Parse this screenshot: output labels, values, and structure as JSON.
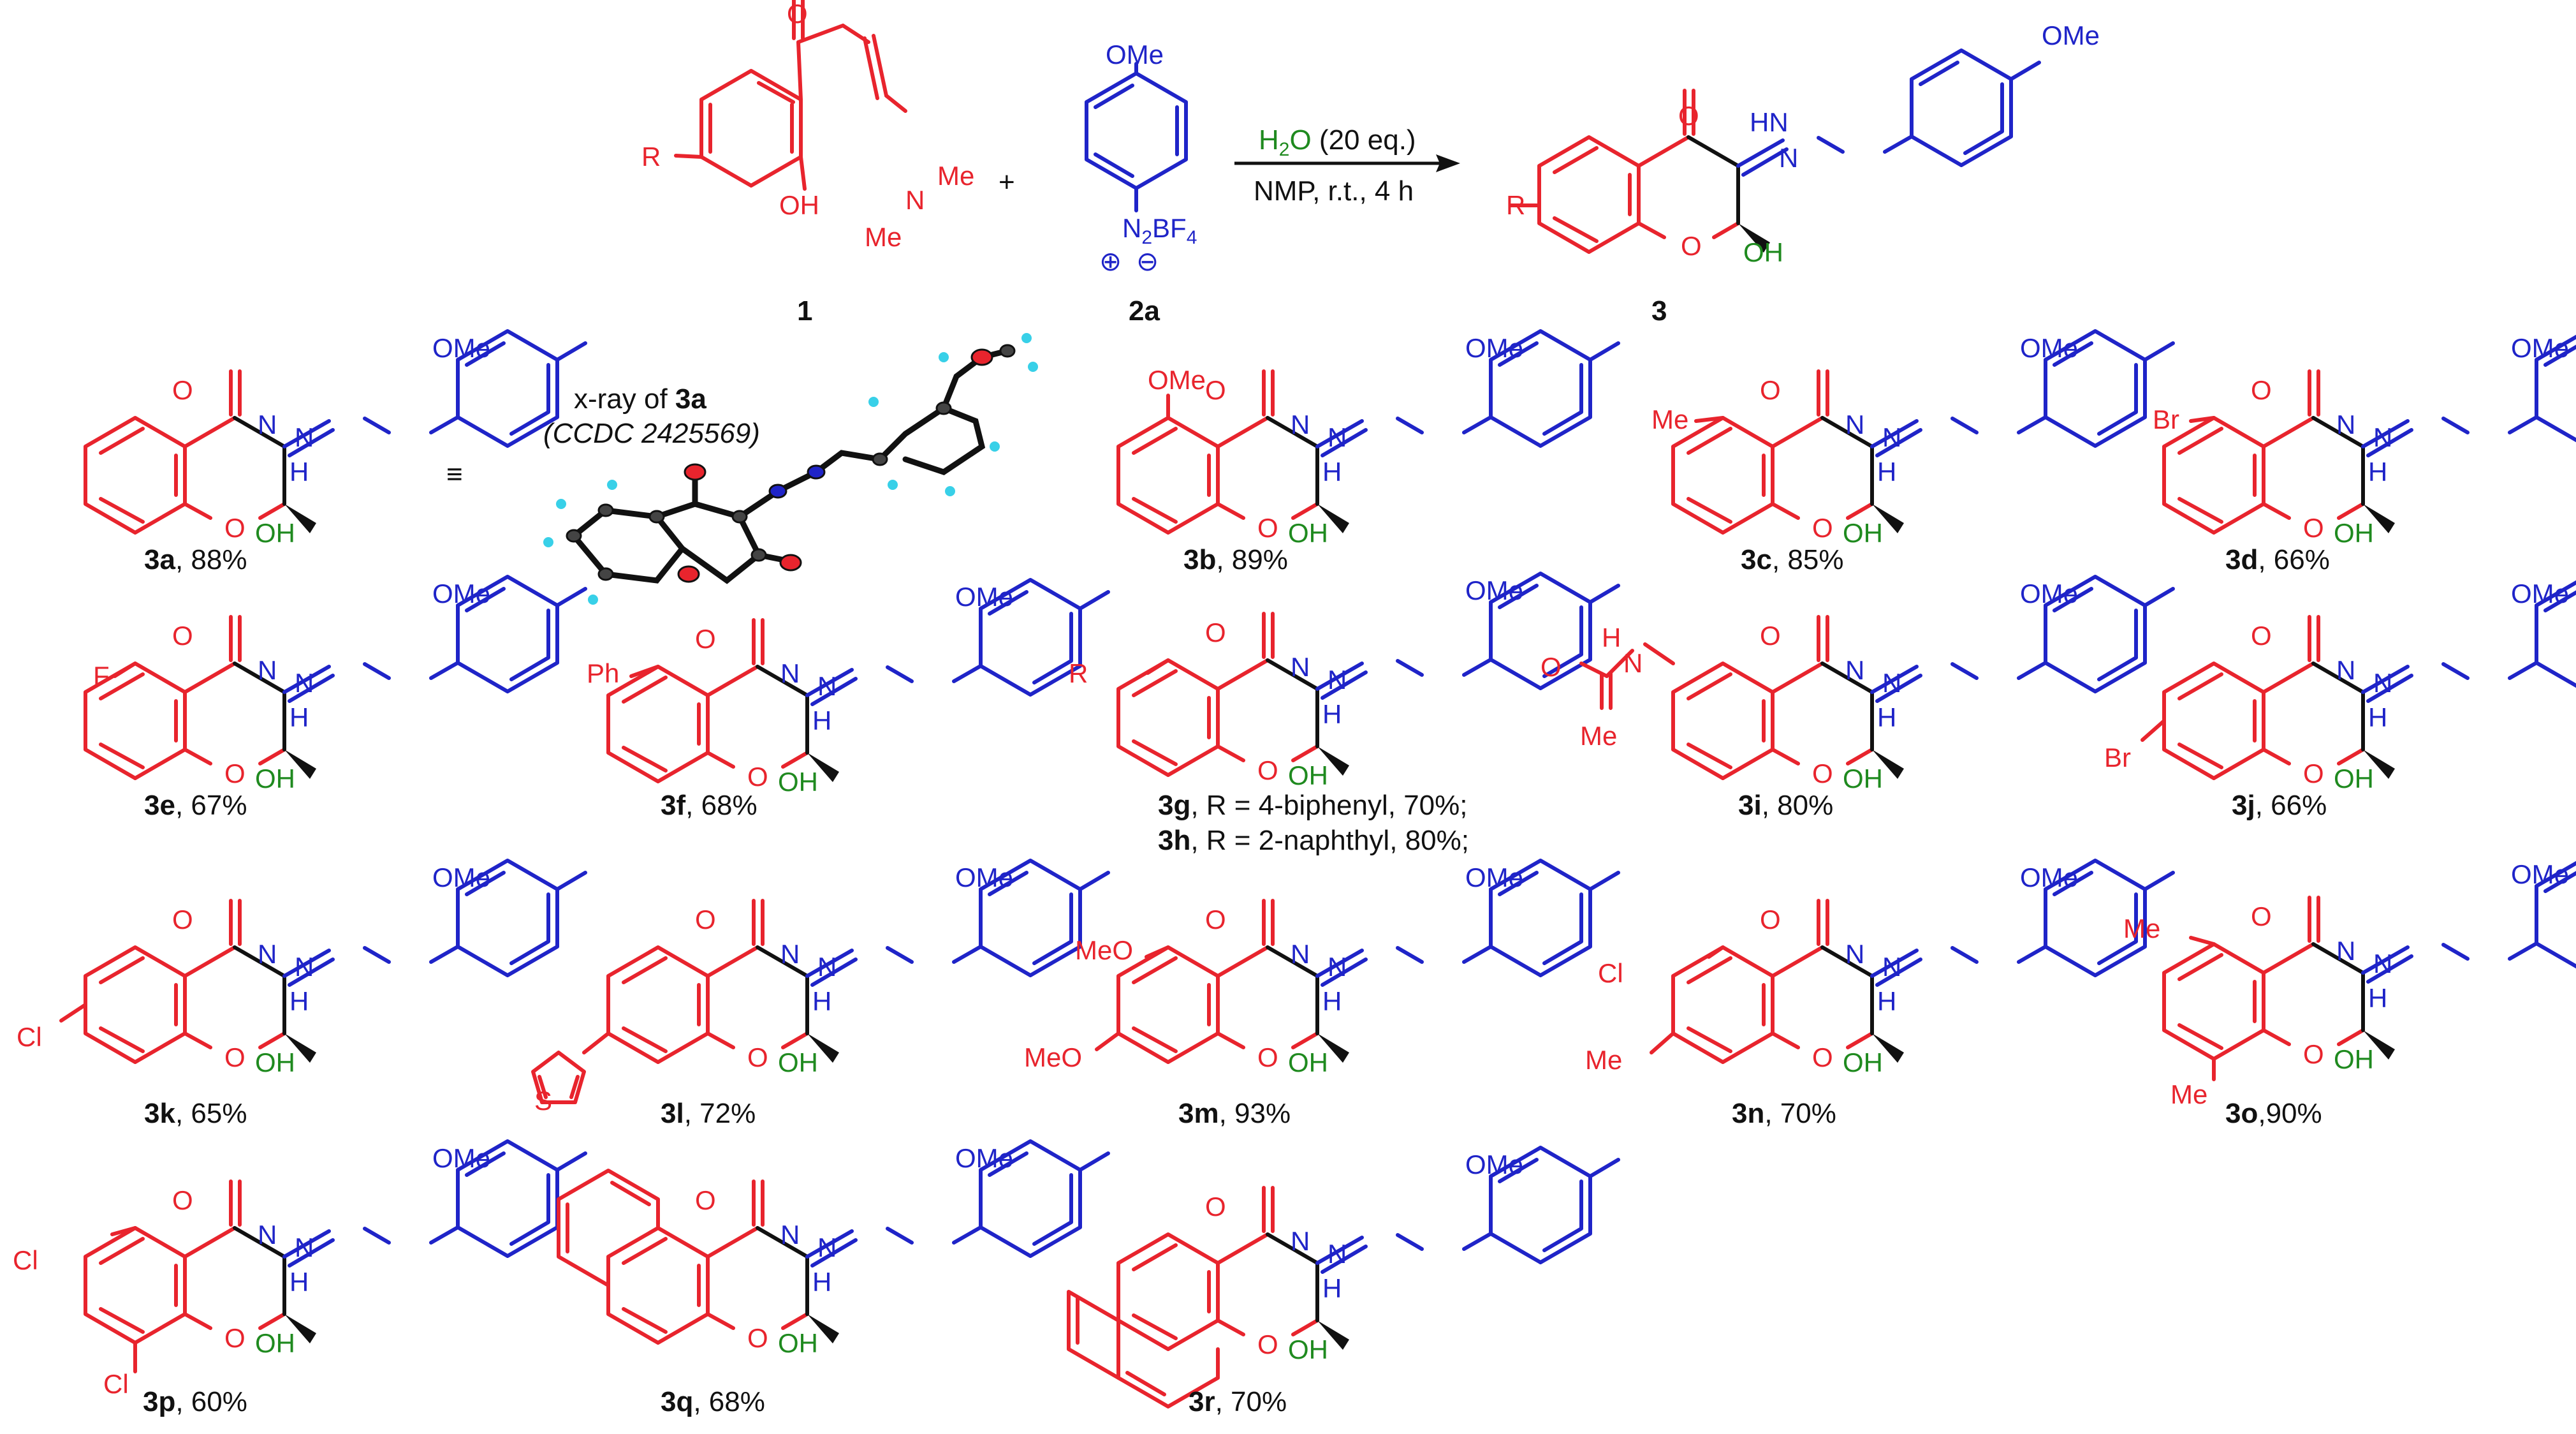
{
  "reaction": {
    "reactant1": {
      "label": "1",
      "atoms": {
        "R": "R",
        "O": "O",
        "OH": "OH",
        "N": "N",
        "Me1": "Me",
        "Me2": "Me"
      }
    },
    "plus": "+",
    "reactant2": {
      "label": "2a",
      "atoms": {
        "OMe": "OMe",
        "N2": "N",
        "N2sub": "2",
        "BF": "BF",
        "BFsub": "4",
        "plus_charge": "⊕",
        "minus_charge": "⊖"
      }
    },
    "conditions": {
      "reagent_h": "H",
      "reagent_sub": "2",
      "reagent_o": "O",
      "reagent_eq": " (20 eq.)",
      "solvent": "NMP,   r.t.,  4 h"
    },
    "product": {
      "label": "3",
      "atoms": {
        "R": "R",
        "O_keto": "O",
        "HN": "HN",
        "N": "N",
        "OMe": "OMe",
        "O_ring": "O",
        "OH": "OH"
      }
    }
  },
  "xray": {
    "title_prefix": "x-ray of ",
    "title_bold": "3a",
    "ccdc": "(CCDC 2425569)",
    "equiv_symbol": "≡"
  },
  "common_atoms": {
    "O": "O",
    "OH": "OH",
    "N": "N",
    "NH": "N",
    "H": "H",
    "OMe": "OMe"
  },
  "substituent_atoms": {
    "3b": [
      "OMe"
    ],
    "3c": [
      "Me"
    ],
    "3d": [
      "Br"
    ],
    "3e": [
      "F"
    ],
    "3f": [
      "Ph"
    ],
    "3g": [
      "R"
    ],
    "3i": [
      "H",
      "N",
      "O",
      "Me"
    ],
    "3j": [
      "Br"
    ],
    "3k": [
      "Cl"
    ],
    "3l": [
      "S"
    ],
    "3m": [
      "MeO",
      "MeO"
    ],
    "3n": [
      "Cl",
      "Me"
    ],
    "3o": [
      "Me",
      "Me"
    ],
    "3p": [
      "Cl",
      "Cl"
    ]
  },
  "products": [
    {
      "id": "3a",
      "bold": "3a",
      "rest": ", 88%"
    },
    {
      "id": "3b",
      "bold": "3b",
      "rest": ", 89%"
    },
    {
      "id": "3c",
      "bold": "3c",
      "rest": ", 85%"
    },
    {
      "id": "3d",
      "bold": "3d",
      "rest": ", 66%"
    },
    {
      "id": "3e",
      "bold": "3e",
      "rest": ", 67%"
    },
    {
      "id": "3f",
      "bold": "3f",
      "rest": ", 68%"
    },
    {
      "id": "3g",
      "bold": "3g",
      "rest": ", R = 4-biphenyl, 70%;"
    },
    {
      "id": "3h",
      "bold": "3h",
      "rest": ", R = 2-naphthyl, 80%;"
    },
    {
      "id": "3i",
      "bold": "3i",
      "rest": ", 80%"
    },
    {
      "id": "3j",
      "bold": "3j",
      "rest": ", 66%"
    },
    {
      "id": "3k",
      "bold": "3k",
      "rest": ", 65%"
    },
    {
      "id": "3l",
      "bold": "3l",
      "rest": ", 72%"
    },
    {
      "id": "3m",
      "bold": "3m",
      "rest": ", 93%"
    },
    {
      "id": "3n",
      "bold": "3n",
      "rest": ", 70%"
    },
    {
      "id": "3o",
      "bold": "3o",
      "rest": ",90%"
    },
    {
      "id": "3p",
      "bold": "3p",
      "rest": ", 60%"
    },
    {
      "id": "3q",
      "bold": "3q",
      "rest": ", 68%"
    },
    {
      "id": "3r",
      "bold": "3r",
      "rest": ", 70%"
    }
  ],
  "colors": {
    "chromanone": "#e8242d",
    "aryl_hydrazone": "#1f24c8",
    "hydroxyl": "#1f8a1f",
    "xray_oxygen": "#e8242d",
    "xray_nitrogen": "#1f24c8",
    "xray_hydrogen": "#38d0e8"
  }
}
